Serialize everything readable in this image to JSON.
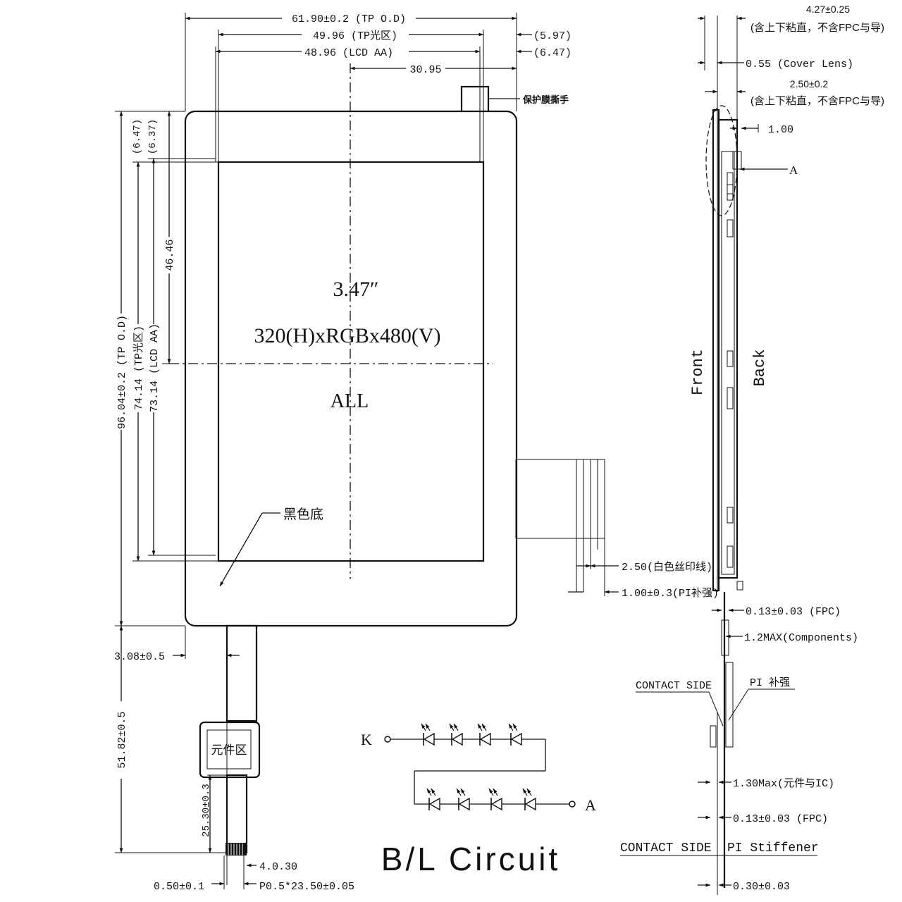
{
  "front_view": {
    "top_dims": {
      "tp_od": "61.90±0.2 (TP O.D)",
      "tp_area": "49.96 (TP光区)",
      "lcd_aa": "48.96 (LCD AA)",
      "center": "30.95",
      "right_1": "(5.97)",
      "right_2": "(6.47)"
    },
    "film_tab_label": "保护膜撕手",
    "left_dims": {
      "top_1": "(6.47)",
      "top_2": "(6.37)",
      "tp_od": "96.04±0.2 (TP O.D)",
      "tp_area": "74.14 (TP光区)",
      "lcd_aa": "73.14 (LCD AA)",
      "center": "46.46"
    },
    "size_label": "3.47″",
    "resolution_label": "320(H)xRGBx480(V)",
    "viewing_label": "ALL",
    "black_base_label": "黑色底",
    "fpc_offset": "3.08±0.5",
    "fpc_length": "51.82±0.5",
    "fpc_tail": "25.30±0.3",
    "component_area_label": "元件区",
    "pin_pitch": "P0.5*23.50±0.05",
    "pin_offset": "0.50±0.1",
    "pin_width": "4.0.30",
    "silk_line": "2.50(白色丝印线)",
    "pi_stiffener": "1.00±0.3(PI补强)"
  },
  "side_view": {
    "total_thickness": "4.27±0.25",
    "total_note": "(含上下粘直，不含FPC与导)",
    "cover_lens": "0.55 (Cover Lens)",
    "module_thickness": "2.50±0.2",
    "module_note": "(含上下粘直，不含FPC与导)",
    "step": "1.00",
    "detail_ref": "A",
    "front_label": "Front",
    "back_label": "Back",
    "fpc_thickness": "0.13±0.03 (FPC)",
    "components_max": "1.2MAX(Components)",
    "contact_side": "CONTACT SIDE",
    "pi_cn": "PI 补强",
    "ic_max": "1.30Max(元件与IC)",
    "fpc_thickness_2": "0.13±0.03 (FPC)",
    "contact_side_2": "CONTACT SIDE",
    "pi_stiffener_2": "PI Stiffener",
    "end_thickness": "0.30±0.03"
  },
  "circuit": {
    "title": "B/L Circuit",
    "cathode": "K",
    "anode": "A",
    "led_count": 8
  }
}
